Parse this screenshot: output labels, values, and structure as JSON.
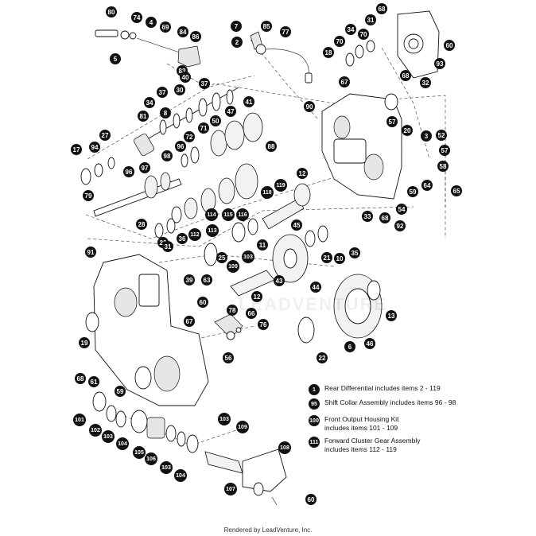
{
  "callouts": [
    {
      "id": "c80",
      "label": "80"
    },
    {
      "id": "c74",
      "label": "74"
    },
    {
      "id": "c4",
      "label": "4"
    },
    {
      "id": "c69",
      "label": "69"
    },
    {
      "id": "c84",
      "label": "84"
    },
    {
      "id": "c86",
      "label": "86"
    },
    {
      "id": "c5",
      "label": "5"
    },
    {
      "id": "c7a",
      "label": "7"
    },
    {
      "id": "c85",
      "label": "85"
    },
    {
      "id": "c77",
      "label": "77"
    },
    {
      "id": "c2",
      "label": "2"
    },
    {
      "id": "c68a",
      "label": "68"
    },
    {
      "id": "c31",
      "label": "31"
    },
    {
      "id": "c60a",
      "label": "60"
    },
    {
      "id": "c70a",
      "label": "70"
    },
    {
      "id": "c34a",
      "label": "34"
    },
    {
      "id": "c70b",
      "label": "70"
    },
    {
      "id": "c18",
      "label": "18"
    },
    {
      "id": "c93",
      "label": "93"
    },
    {
      "id": "c83",
      "label": "83"
    },
    {
      "id": "c40",
      "label": "40"
    },
    {
      "id": "c37a",
      "label": "37"
    },
    {
      "id": "c30",
      "label": "30"
    },
    {
      "id": "c37b",
      "label": "37"
    },
    {
      "id": "c68b",
      "label": "68"
    },
    {
      "id": "c67a",
      "label": "67"
    },
    {
      "id": "c32",
      "label": "32"
    },
    {
      "id": "c34b",
      "label": "34"
    },
    {
      "id": "c8",
      "label": "8"
    },
    {
      "id": "c41",
      "label": "41"
    },
    {
      "id": "c81",
      "label": "81"
    },
    {
      "id": "c47",
      "label": "47"
    },
    {
      "id": "c90",
      "label": "90"
    },
    {
      "id": "c50",
      "label": "50"
    },
    {
      "id": "c71",
      "label": "71"
    },
    {
      "id": "c27",
      "label": "27"
    },
    {
      "id": "c72",
      "label": "72"
    },
    {
      "id": "c57a",
      "label": "57"
    },
    {
      "id": "c20",
      "label": "20"
    },
    {
      "id": "c3",
      "label": "3"
    },
    {
      "id": "c52",
      "label": "52"
    },
    {
      "id": "c96a",
      "label": "96"
    },
    {
      "id": "c88",
      "label": "88"
    },
    {
      "id": "c57b",
      "label": "57"
    },
    {
      "id": "c17",
      "label": "17"
    },
    {
      "id": "c94",
      "label": "94"
    },
    {
      "id": "c98",
      "label": "98"
    },
    {
      "id": "c58",
      "label": "58"
    },
    {
      "id": "c96b",
      "label": "96"
    },
    {
      "id": "c97",
      "label": "97"
    },
    {
      "id": "c12a",
      "label": "12"
    },
    {
      "id": "c119",
      "label": "119"
    },
    {
      "id": "c64",
      "label": "64"
    },
    {
      "id": "c65",
      "label": "65"
    },
    {
      "id": "c59a",
      "label": "59"
    },
    {
      "id": "c79",
      "label": "79"
    },
    {
      "id": "c118",
      "label": "118"
    },
    {
      "id": "c54",
      "label": "54"
    },
    {
      "id": "c33",
      "label": "33"
    },
    {
      "id": "c68c",
      "label": "68"
    },
    {
      "id": "c92",
      "label": "92"
    },
    {
      "id": "c116",
      "label": "116"
    },
    {
      "id": "c114",
      "label": "114"
    },
    {
      "id": "c115",
      "label": "115"
    },
    {
      "id": "c112",
      "label": "112"
    },
    {
      "id": "c113",
      "label": "113"
    },
    {
      "id": "c45",
      "label": "45"
    },
    {
      "id": "c28",
      "label": "28"
    },
    {
      "id": "c36",
      "label": "36"
    },
    {
      "id": "c22",
      "label": "22"
    },
    {
      "id": "c11",
      "label": "11"
    },
    {
      "id": "c31b",
      "label": "31"
    },
    {
      "id": "c35",
      "label": "35"
    },
    {
      "id": "c21",
      "label": "21"
    },
    {
      "id": "c10",
      "label": "10"
    },
    {
      "id": "c91",
      "label": "91"
    },
    {
      "id": "c25",
      "label": "25"
    },
    {
      "id": "c109a",
      "label": "109"
    },
    {
      "id": "c103a",
      "label": "103"
    },
    {
      "id": "c39",
      "label": "39"
    },
    {
      "id": "c63",
      "label": "63"
    },
    {
      "id": "c43",
      "label": "43"
    },
    {
      "id": "c44",
      "label": "44"
    },
    {
      "id": "c60b",
      "label": "60"
    },
    {
      "id": "c12b",
      "label": "12"
    },
    {
      "id": "c78",
      "label": "78"
    },
    {
      "id": "c66",
      "label": "66"
    },
    {
      "id": "c13",
      "label": "13"
    },
    {
      "id": "c67b",
      "label": "67"
    },
    {
      "id": "c76",
      "label": "76"
    },
    {
      "id": "c19",
      "label": "19"
    },
    {
      "id": "c6",
      "label": "6"
    },
    {
      "id": "c46",
      "label": "46"
    },
    {
      "id": "c56",
      "label": "56"
    },
    {
      "id": "c22b",
      "label": "22"
    },
    {
      "id": "c68d",
      "label": "68"
    },
    {
      "id": "c61",
      "label": "61"
    },
    {
      "id": "c59b",
      "label": "59"
    },
    {
      "id": "c101",
      "label": "101"
    },
    {
      "id": "c102",
      "label": "102"
    },
    {
      "id": "c103b",
      "label": "103"
    },
    {
      "id": "c104a",
      "label": "104"
    },
    {
      "id": "c103c",
      "label": "103"
    },
    {
      "id": "c109b",
      "label": "109"
    },
    {
      "id": "c105",
      "label": "105"
    },
    {
      "id": "c106",
      "label": "106"
    },
    {
      "id": "c103d",
      "label": "103"
    },
    {
      "id": "c104b",
      "label": "104"
    },
    {
      "id": "c108",
      "label": "108"
    },
    {
      "id": "c107",
      "label": "107"
    },
    {
      "id": "c60c",
      "label": "60"
    }
  ],
  "legend": [
    {
      "badge": "1",
      "text": "Rear Differential includes items 2 - 119"
    },
    {
      "badge": "95",
      "text": "Shift Collar Assembly includes items 96 - 98"
    },
    {
      "badge": "100",
      "text": "Front Output Housing Kit\nincludes items 101 - 109"
    },
    {
      "badge": "111",
      "text": "Forward Cluster Gear Assembly\nincludes items 112 - 119"
    }
  ],
  "footer": "Rendered by LeadVenture, Inc.",
  "watermark": "LEADVENTURE"
}
